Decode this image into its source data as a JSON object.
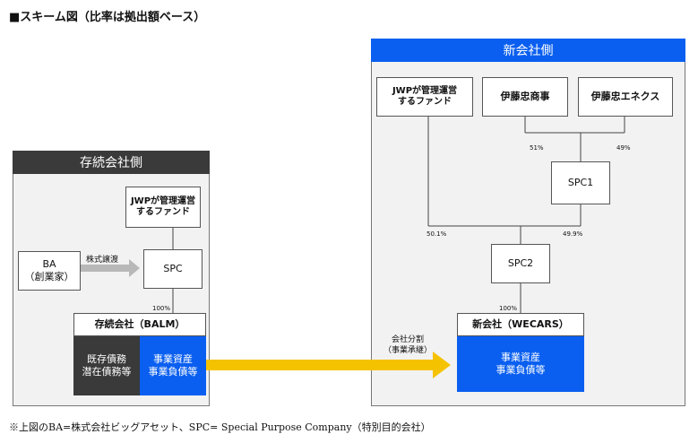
{
  "title": "■スキーム図（比率は拠出額ベース）",
  "left_panel": {
    "header": "存続会社側",
    "fund_box": "JWPが管理運営\nするファンド",
    "ba_box": "BA\n（創業家）",
    "transfer_label": "株式譲渡",
    "spc_box": "SPC",
    "pct_100": "100%",
    "company": {
      "title": "存続会社（BALM）",
      "debt_label": "既存債務\n潜在債務等",
      "asset_label": "事業資産\n事業負債等"
    }
  },
  "split_label": "会社分割\n（事業承継）",
  "right_panel": {
    "header": "新会社側",
    "fund_box": "JWPが管理運営\nするファンド",
    "itochu_box": "伊藤忠商事",
    "enex_box": "伊藤忠エネクス",
    "pct_51": "51%",
    "pct_49": "49%",
    "spc1_box": "SPC1",
    "pct_501": "50.1%",
    "pct_499": "49.9%",
    "spc2_box": "SPC2",
    "pct_100": "100%",
    "company": {
      "title": "新会社（WECARS）",
      "asset_label": "事業資産\n事業負債等"
    }
  },
  "footnote": "※上図のBA=株式会社ビッグアセット、SPC= Special Purpose Company（特別目的会社）",
  "colors": {
    "blue": "#0a5ff0",
    "dark": "#3a3a3a",
    "arrow_yellow": "#f5c200",
    "arrow_gray": "#b8b8b8"
  }
}
